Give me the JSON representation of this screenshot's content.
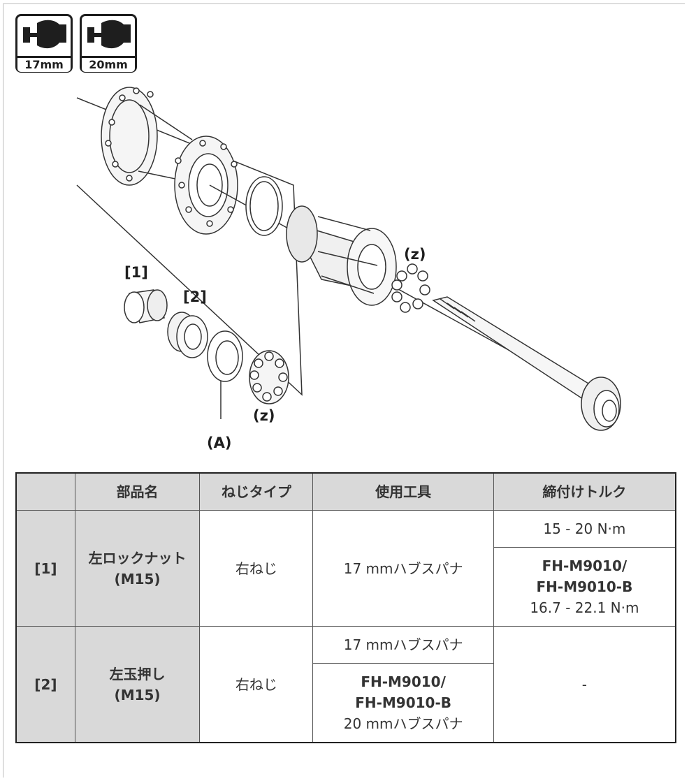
{
  "tools": [
    {
      "size": "17mm",
      "icon": "wrench-icon"
    },
    {
      "size": "20mm",
      "icon": "wrench-icon"
    }
  ],
  "diagram": {
    "labels": {
      "part1": "[1]",
      "part2": "[2]",
      "z_upper": "(z)",
      "z_lower": "(z)",
      "a": "(A)"
    }
  },
  "table": {
    "headers": [
      "",
      "部品名",
      "ねじタイプ",
      "使用工具",
      "締付けトルク"
    ],
    "row1": {
      "num": "[1]",
      "name_line1": "左ロックナット",
      "name_line2": "(M15)",
      "thread": "右ねじ",
      "tool": "17 mmハブスパナ",
      "torque_a": "15 - 20 N·m",
      "torque_b_model1": "FH-M9010/",
      "torque_b_model2": "FH-M9010-B",
      "torque_b_value": "16.7 - 22.1 N·m"
    },
    "row2": {
      "num": "[2]",
      "name_line1": "左玉押し",
      "name_line2": "(M15)",
      "thread": "右ねじ",
      "tool_a": "17 mmハブスパナ",
      "tool_b_model1": "FH-M9010/",
      "tool_b_model2": "FH-M9010-B",
      "tool_b_value": "20 mmハブスパナ",
      "torque": "-"
    }
  }
}
